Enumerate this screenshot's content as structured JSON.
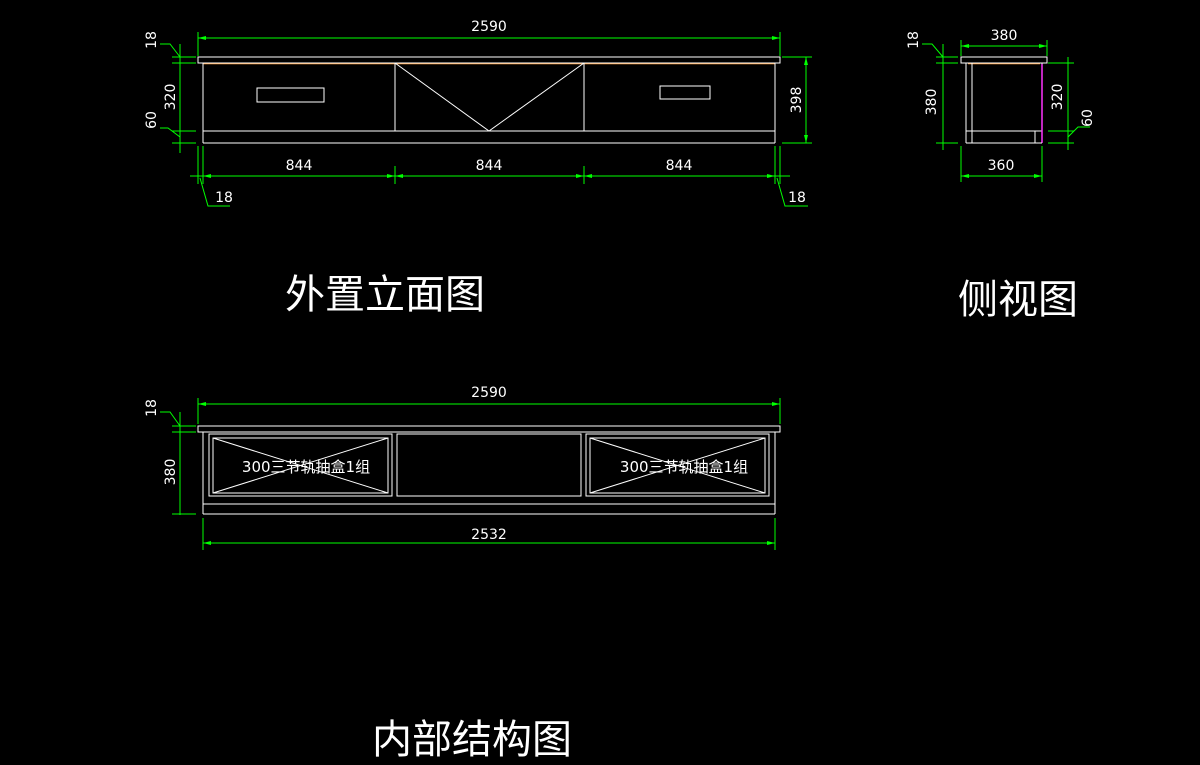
{
  "titles": {
    "front_view": "外置立面图",
    "side_view": "侧视图",
    "internal_view": "内部结构图"
  },
  "front_view": {
    "dims": {
      "total_width": "2590",
      "top_thickness": "18",
      "body_height": "320",
      "base_height": "60",
      "overall_height": "398",
      "section_left": "844",
      "section_middle": "844",
      "section_right": "844",
      "side_left": "18",
      "side_right": "18"
    }
  },
  "side_view": {
    "dims": {
      "top_depth": "380",
      "top_thickness": "18",
      "total_height": "380",
      "body_height": "320",
      "base_height": "60",
      "base_depth": "360"
    }
  },
  "internal_view": {
    "dims": {
      "total_width": "2590",
      "top_thickness": "18",
      "height": "380",
      "inner_width": "2532"
    },
    "drawer_left_note": "300三节轨抽盒1组",
    "drawer_right_note": "300三节轨抽盒1组"
  },
  "colors": {
    "dimension_line": "#00ff00",
    "outline": "#ffffff",
    "edge_accent": "#ff9933",
    "side_accent": "#ff33ff",
    "background": "#000000"
  }
}
